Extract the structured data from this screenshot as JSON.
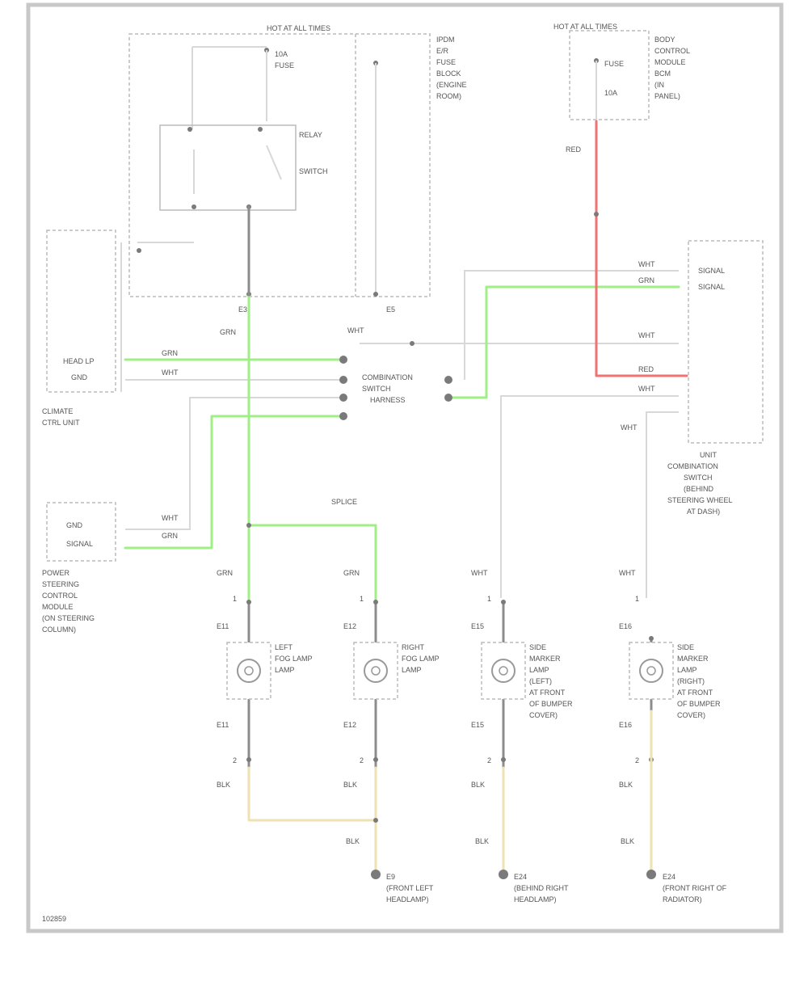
{
  "colors": {
    "green_wire": "#9fef86",
    "red_wire": "#f27272",
    "yellow_wire": "#efe2b2",
    "gray_wire": "#8c8c8c",
    "thin_wire": "#d8d8d8"
  },
  "fuse_block": {
    "title": "HOT AT ALL TIMES",
    "fuse_label": "10A",
    "fuse_sub": "FUSE",
    "relay_label": "RELAY",
    "switch_label": "SWITCH",
    "conn_label": "E3",
    "conn2_label": "E5"
  },
  "top_right": {
    "title": "HOT AT ALL TIMES",
    "fuse_label": "FUSE",
    "fuse_num": "10A",
    "desc_lines": [
      "BODY",
      "CONTROL",
      "MODULE",
      "BCM",
      "(IN",
      "PANEL)"
    ]
  },
  "top_center_desc": [
    "IPDM",
    "E/R",
    "FUSE",
    "BLOCK",
    "(ENGINE",
    "ROOM)"
  ],
  "left_module": {
    "pin_top": "HEAD LP",
    "pin_bot": "GND",
    "wire_top": "GRN",
    "wire_bot": "WHT",
    "caption": [
      "CLIMATE",
      "CTRL UNIT"
    ]
  },
  "left_module2": {
    "pin_top": "GND",
    "pin_bot": "SIGNAL",
    "wire_top": "WHT",
    "wire_bot": "GRN",
    "caption": [
      "POWER",
      "STEERING",
      "CONTROL",
      "MODULE",
      "(ON STEERING",
      "COLUMN)"
    ]
  },
  "center_connector": {
    "label": [
      "COMBINATION",
      "SWITCH",
      "HARNESS"
    ],
    "wire_label": "GRN"
  },
  "right_module": {
    "pin_top": "SIGNAL",
    "pin_mid": "SIGNAL",
    "pin_red": "RED",
    "pin_wht": "WHT",
    "wire_a": "WHT",
    "wire_b": "GRN",
    "wire_c": "WHT",
    "wire_d": "RED",
    "wire_e": "WHT",
    "caption": [
      "UNIT",
      "COMBINATION",
      "SWITCH",
      "(BEHIND",
      "STEERING WHEEL",
      "AT DASH)"
    ]
  },
  "splice_note": "SPLICE",
  "red_wire_label": "RED",
  "wire_labels": {
    "vert_green": "GRN",
    "vert_green2": "GRN",
    "left_top": "GRN",
    "wht_mid": "WHT",
    "wht_top": "WHT"
  },
  "lamps": [
    {
      "label": [
        "LEFT",
        "FOG LAMP",
        "LAMP"
      ],
      "wire_top": "GRN",
      "pin_top": "1",
      "conn_top": "E11",
      "conn_bot": "E11",
      "pin_bot": "2",
      "wire_bot": "BLK"
    },
    {
      "label": [
        "RIGHT",
        "FOG LAMP",
        "LAMP"
      ],
      "wire_top": "GRN",
      "pin_top": "1",
      "conn_top": "E12",
      "conn_bot": "E12",
      "pin_bot": "2",
      "wire_bot": "BLK"
    },
    {
      "label": [
        "SIDE",
        "MARKER",
        "LAMP",
        "(LEFT)",
        "AT FRONT",
        "OF BUMPER",
        "COVER)"
      ],
      "wire_top": "WHT",
      "pin_top": "1",
      "conn_top": "E15",
      "conn_bot": "E15",
      "pin_bot": "2",
      "wire_bot": "BLK"
    },
    {
      "label": [
        "SIDE",
        "MARKER",
        "LAMP",
        "(RIGHT)",
        "AT FRONT",
        "OF BUMPER",
        "COVER)"
      ],
      "wire_top": "WHT",
      "pin_top": "1",
      "conn_top": "E16",
      "conn_bot": "E16",
      "pin_bot": "2",
      "wire_bot": "BLK"
    }
  ],
  "grounds": [
    {
      "wire": "BLK",
      "label": [
        "E9",
        "(FRONT LEFT",
        "HEADLAMP)"
      ]
    },
    {
      "wire": "BLK",
      "label": [
        "E24",
        "(BEHIND RIGHT",
        "HEADLAMP)"
      ]
    },
    {
      "wire": "BLK",
      "label": [
        "E24",
        "(FRONT RIGHT OF",
        "RADIATOR)"
      ]
    }
  ],
  "footer_id": "102859"
}
